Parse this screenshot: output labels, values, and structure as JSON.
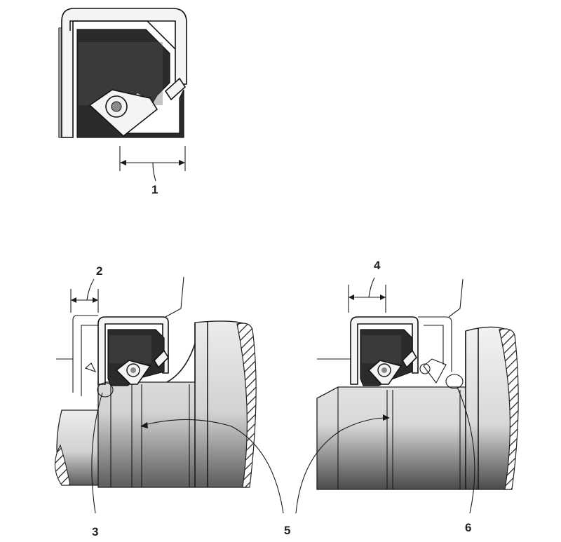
{
  "labels": {
    "l1": "1",
    "l2": "2",
    "l3": "3",
    "l4": "4",
    "l5": "5",
    "l6": "6"
  },
  "colors": {
    "ink": "#1a1a1a",
    "rubber": "#2b2b2b",
    "shaft": "#d9d9d9",
    "background": "#ffffff"
  }
}
